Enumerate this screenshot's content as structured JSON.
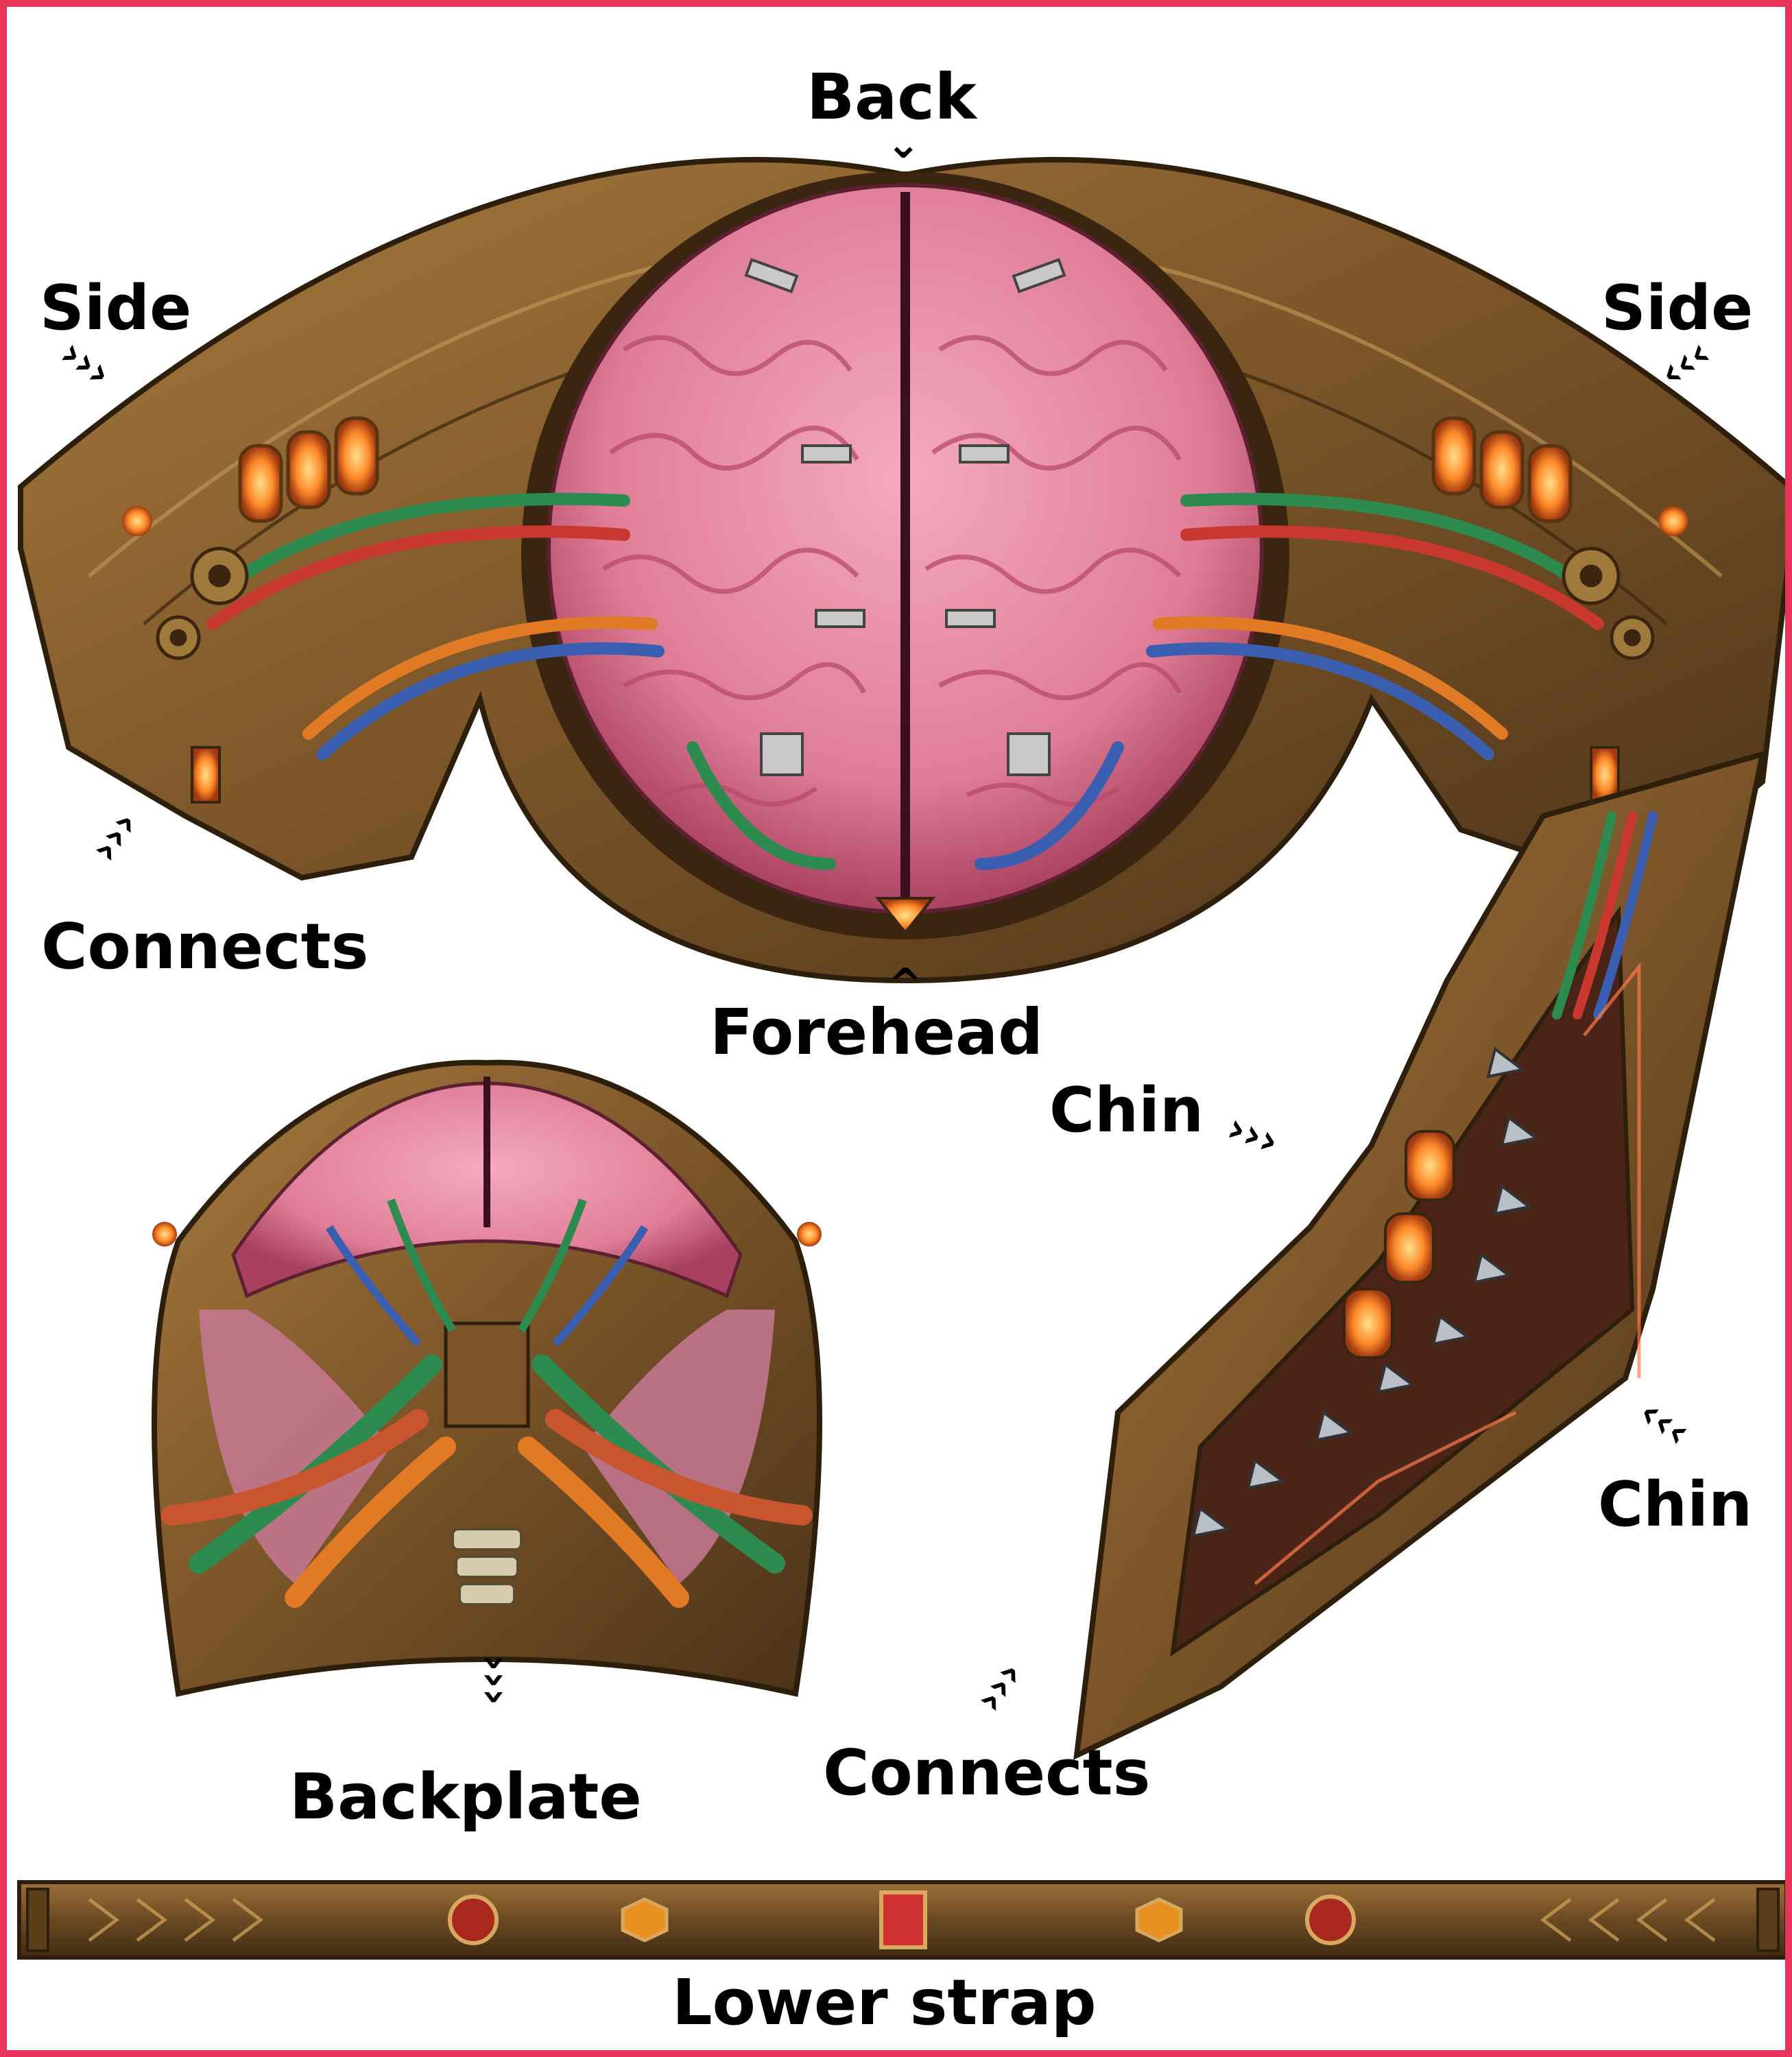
{
  "labels": {
    "back": "Back",
    "side_left": "Side",
    "side_right": "Side",
    "connects_left": "Connects",
    "forehead": "Forehead",
    "chin_top": "Chin",
    "chin_bottom": "Chin",
    "backplate": "Backplate",
    "connects_bottom": "Connects",
    "lower_strap": "Lower strap"
  },
  "colors": {
    "frame": "#e8335a",
    "bronze": "#8a6332",
    "bronze_dark": "#4a3218",
    "brain_pink": "#e7879f",
    "brain_dark": "#b84a6c",
    "glow": "#ff8a2a",
    "wire_green": "#2e8b4f",
    "wire_red": "#c8382e",
    "wire_blue": "#3a5fb0",
    "wire_orange": "#e07a24"
  },
  "icons": {
    "arrow": "chevron-arrow-icon",
    "gem": "gem-icon"
  }
}
